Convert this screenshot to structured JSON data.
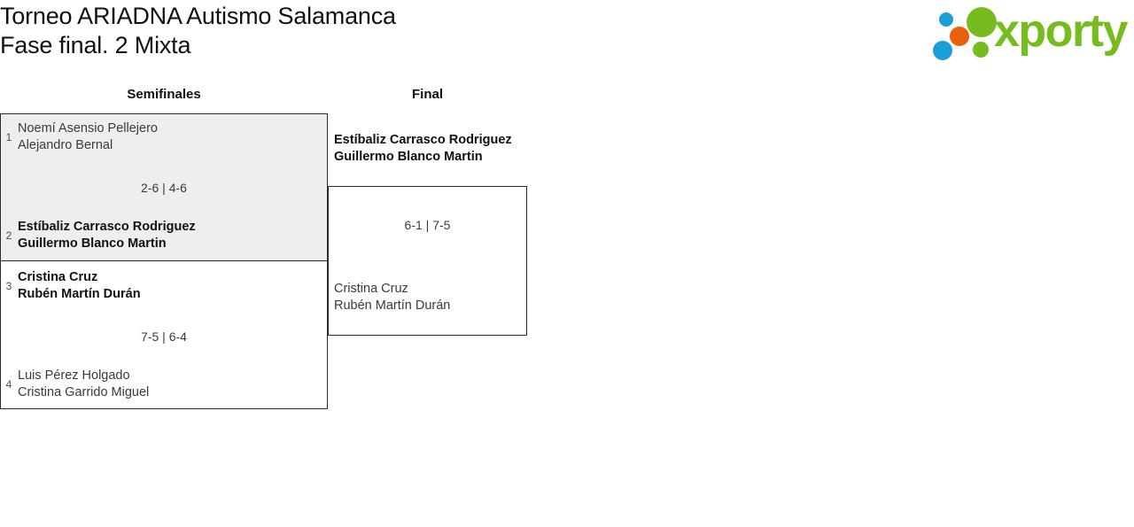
{
  "header": {
    "title": "Torneo ARIADNA Autismo Salamanca\nFase final. 2 Mixta",
    "logo_word": "xporty",
    "logo_colors": {
      "green": "#77bc1f",
      "blue": "#1a9fd9",
      "orange": "#e8600b"
    }
  },
  "bracket": {
    "rounds": [
      {
        "label": "Semifinales"
      },
      {
        "label": "Final"
      }
    ],
    "matches": {
      "semifinal_1": {
        "shaded": true,
        "score": "2-6 | 4-6",
        "top": {
          "seed": "1",
          "names": "Noemí Asensio Pellejero\nAlejandro Bernal",
          "winner": false
        },
        "bottom": {
          "seed": "2",
          "names": "Estíbaliz Carrasco Rodriguez\nGuillermo Blanco Martin",
          "winner": true
        }
      },
      "semifinal_2": {
        "shaded": false,
        "score": "7-5 | 6-4",
        "top": {
          "seed": "3",
          "names": "Cristina Cruz\nRubén Martín Durán",
          "winner": true
        },
        "bottom": {
          "seed": "4",
          "names": "Luis Pérez Holgado\nCristina Garrido Miguel",
          "winner": false
        }
      },
      "final": {
        "shaded": false,
        "score": "6-1 | 7-5",
        "top": {
          "seed": "",
          "names": "Estíbaliz Carrasco Rodriguez\nGuillermo Blanco Martin",
          "winner": true
        },
        "bottom": {
          "seed": "",
          "names": "Cristina Cruz\nRubén Martín Durán",
          "winner": false
        }
      }
    }
  }
}
